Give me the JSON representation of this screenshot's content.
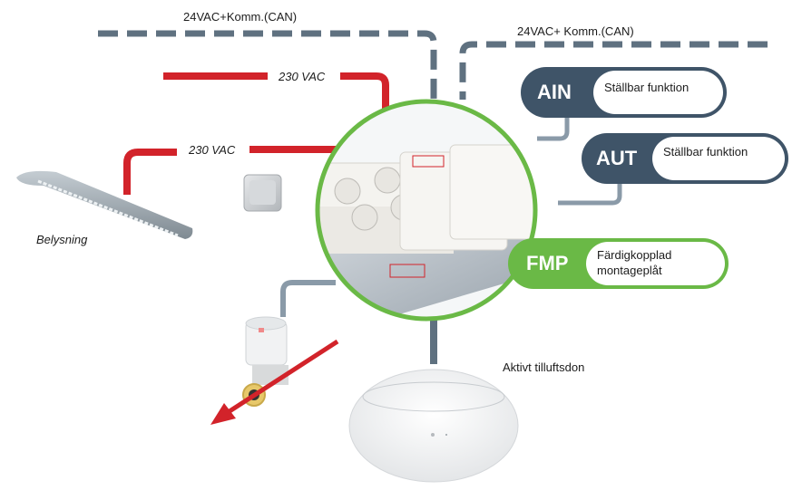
{
  "diagram": {
    "labels": {
      "can_left": "24VAC+Komm.(CAN)",
      "can_right": "24VAC+ Komm.(CAN)",
      "vac_top": "230 VAC",
      "vac_mid": "230 VAC",
      "belysning": "Belysning",
      "tilluftsdon": "Aktivt tilluftsdon"
    },
    "modules": [
      {
        "code": "AIN",
        "description": "Ställbar funktion",
        "color": "#3f5468"
      },
      {
        "code": "AUT",
        "description": "Ställbar funktion",
        "color": "#3f5468"
      },
      {
        "code": "FMP",
        "description_line1": "Färdigkopplad",
        "description_line2": "montageplåt",
        "color": "#6ab946"
      }
    ],
    "colors": {
      "power_line": "#d2232a",
      "can_line": "#5f7180",
      "signal_line": "#8a9aa8",
      "highlight_ring": "#6ab946"
    },
    "components": [
      {
        "name": "lighting-fixture"
      },
      {
        "name": "wall-switch"
      },
      {
        "name": "mounting-plate-with-sockets"
      },
      {
        "name": "thermostatic-valve-actuator"
      },
      {
        "name": "active-supply-air-diffuser"
      }
    ]
  }
}
